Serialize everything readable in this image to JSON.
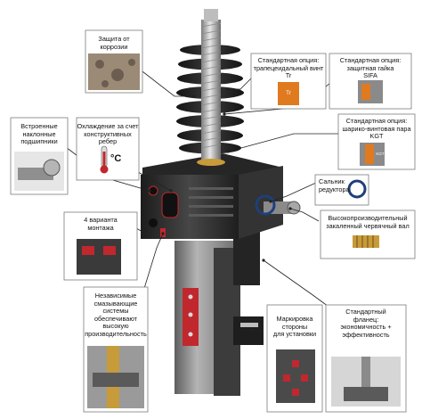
{
  "callouts": {
    "corrosion": "Защита от\nкоррозии",
    "bearings": "Встроенные\nнаклонные\nподшипники",
    "cooling": "Охлаждение за счет\nконструктивных\nребер",
    "thermo_symbol": "°C",
    "trapezoidal": "Стандартная опция:\nтрапецеидальный винт\nTr",
    "trapezoidal_badge": "Tr",
    "safety_nut": "Стандартная опция:\nзащитная гайка\nSIFA",
    "ball_screw": "Стандартная опция:\nшарико-винтовая пара\nKGT",
    "ball_screw_badge": "KGT",
    "seal": "Сальник\nредуктора",
    "worm_shaft": "Высокопроизводительный\nзакаленный червячный вал",
    "mounting": "4 варианта\nмонтажа",
    "lubrication": "Независимые\nсмазывающие\nсистемы\nобеспечивают\nвысокую\nпроизводительность",
    "side_marking": "Маркировка\nстороны\nдля установки",
    "flange": "Стандартный\nфланец:\nэкономичность +\nэффективность"
  },
  "colors": {
    "body_dark": "#2a2a2a",
    "body_mid": "#4a4a4a",
    "tube_gray": "#8c8c8c",
    "screw_silver": "#c9c9c9",
    "accent_red": "#c0282d",
    "badge_orange": "#e07a1f",
    "seal_blue": "#1f3f7a"
  }
}
